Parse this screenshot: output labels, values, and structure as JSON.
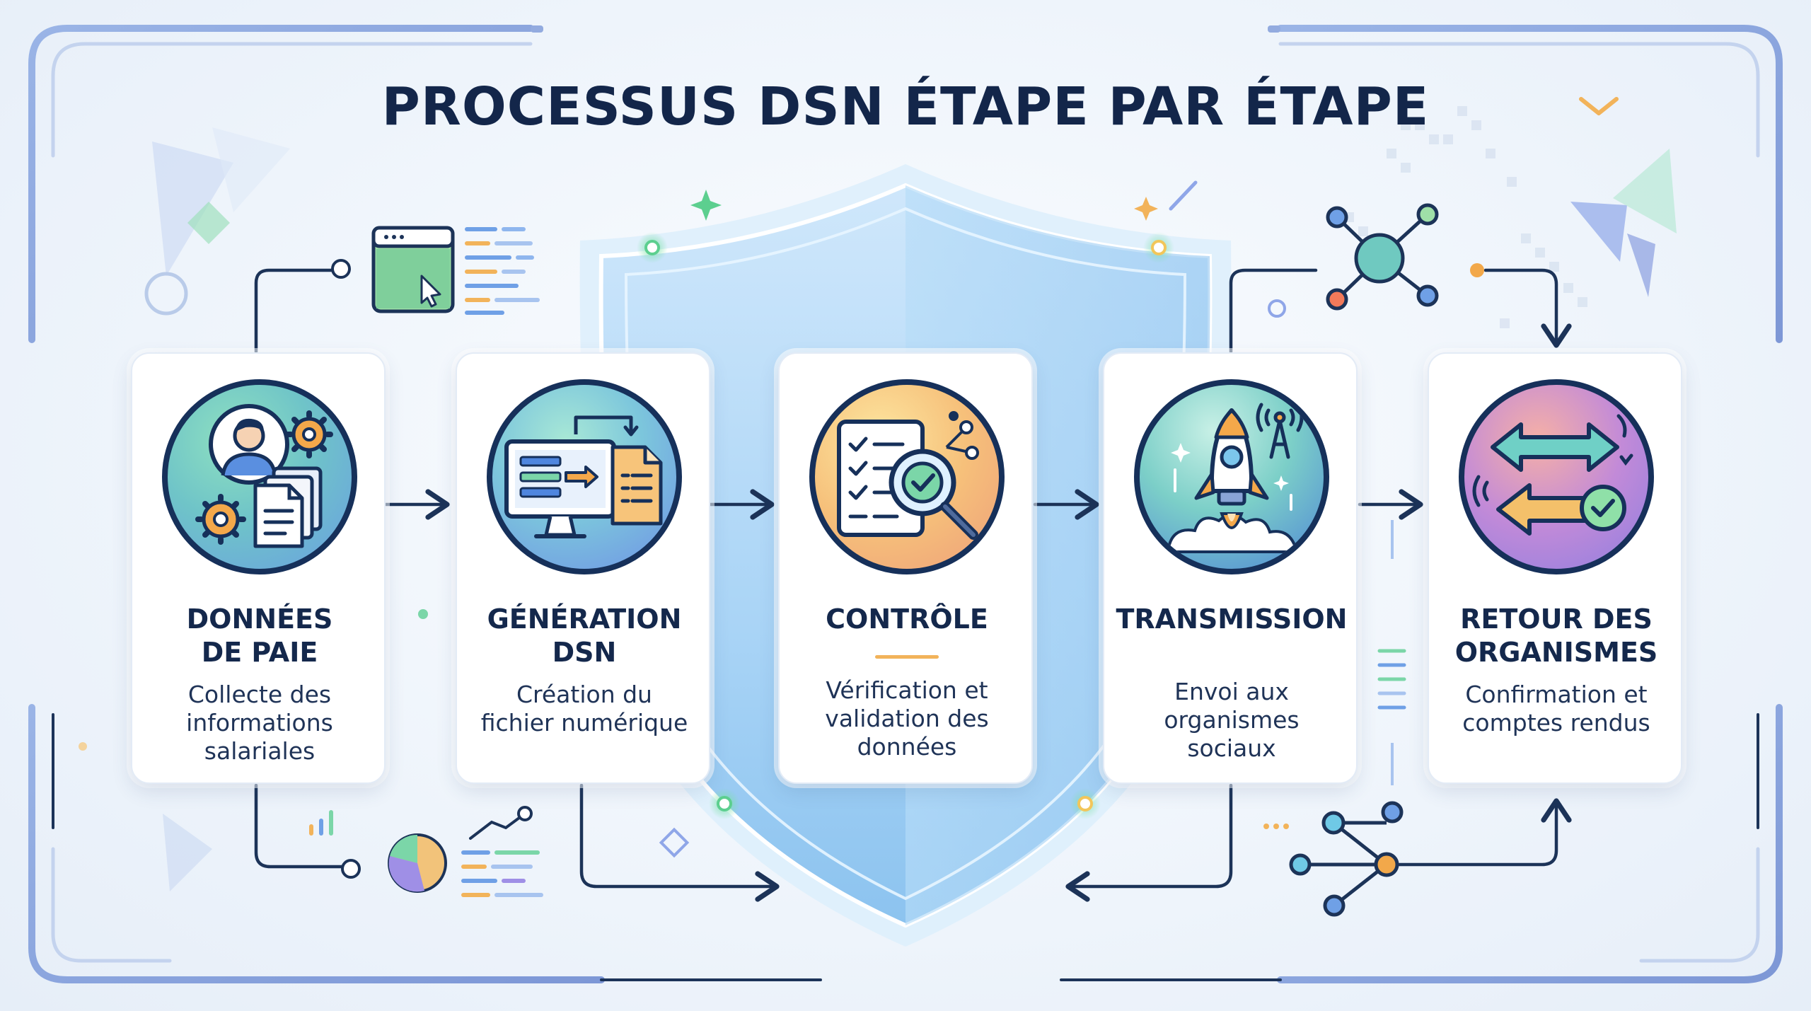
{
  "title": "PROCESSUS DSN ÉTAPE PAR ÉTAPE",
  "steps": [
    {
      "title": "DONNÉES\nDE PAIE",
      "description": "Collecte des\ninformations\nsalariales",
      "icon": "payroll-data-icon"
    },
    {
      "title": "GÉNÉRATION\nDSN",
      "description": "Création du\nfichier numérique",
      "icon": "file-generation-icon"
    },
    {
      "title": "CONTRÔLE",
      "description": "Vérification et\nvalidation des\ndonnées",
      "icon": "verification-icon"
    },
    {
      "title": "TRANSMISSION",
      "description": "Envoi aux\norganismes\nsociaux",
      "icon": "rocket-icon"
    },
    {
      "title": "RETOUR DES\nORGANISMES",
      "description": "Confirmation et\ncomptes rendus",
      "icon": "exchange-arrows-icon"
    }
  ],
  "colors": {
    "title": "#13264a",
    "line": "#1c3358",
    "frame": "#8fa8dc",
    "accent_orange": "#f2b35a",
    "shield": "#9fd0f5"
  }
}
